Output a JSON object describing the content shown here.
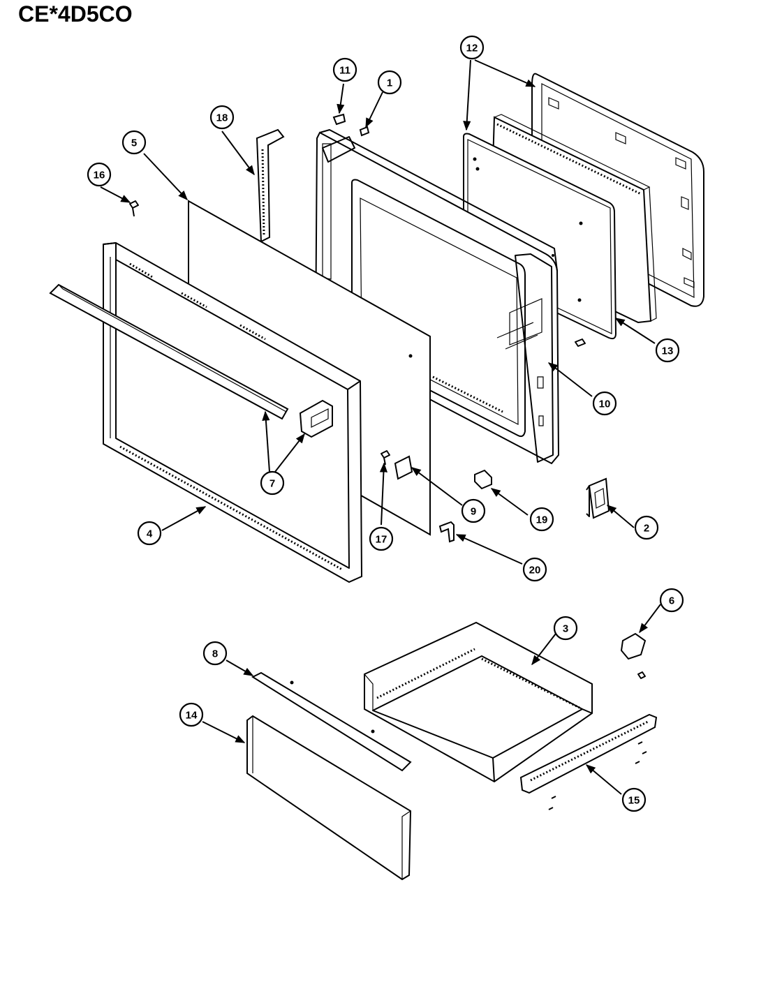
{
  "title": "CE*4D5CO",
  "callouts": [
    {
      "id": "c1",
      "label": "1"
    },
    {
      "id": "c2",
      "label": "2"
    },
    {
      "id": "c3",
      "label": "3"
    },
    {
      "id": "c4",
      "label": "4"
    },
    {
      "id": "c5",
      "label": "5"
    },
    {
      "id": "c6",
      "label": "6"
    },
    {
      "id": "c7",
      "label": "7"
    },
    {
      "id": "c8",
      "label": "8"
    },
    {
      "id": "c9",
      "label": "9"
    },
    {
      "id": "c10",
      "label": "10"
    },
    {
      "id": "c11",
      "label": "11"
    },
    {
      "id": "c12",
      "label": "12"
    },
    {
      "id": "c13",
      "label": "13"
    },
    {
      "id": "c14",
      "label": "14"
    },
    {
      "id": "c15",
      "label": "15"
    },
    {
      "id": "c16",
      "label": "16"
    },
    {
      "id": "c17",
      "label": "17"
    },
    {
      "id": "c18",
      "label": "18"
    },
    {
      "id": "c19",
      "label": "19"
    },
    {
      "id": "c20",
      "label": "20"
    }
  ]
}
